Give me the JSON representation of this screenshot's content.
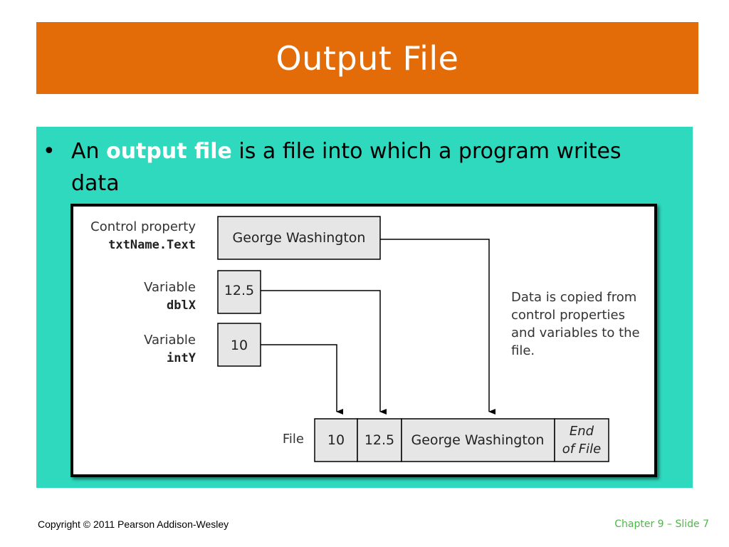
{
  "slide": {
    "title": "Output File",
    "bullet": {
      "prefix": "An ",
      "emphasis": "output file",
      "suffix": " is a file into which a program writes data"
    },
    "footer": {
      "copyright": "Copyright © 2011 Pearson Addison-Wesley",
      "page": "Chapter 9 – Slide 7"
    }
  },
  "diagram": {
    "control_label": "Control property",
    "control_name": "txtName.Text",
    "control_value": "George Washington",
    "var1_label": "Variable",
    "var1_name": "dblX",
    "var1_value": "12.5",
    "var2_label": "Variable",
    "var2_name": "intY",
    "var2_value": "10",
    "note_lines": [
      "Data is copied from",
      "control properties",
      "and variables to the",
      "file."
    ],
    "file_label": "File",
    "file_cells": [
      "10",
      "12.5",
      "George Washington"
    ],
    "eof_lines": [
      "End",
      "of File"
    ]
  },
  "colors": {
    "title_bg": "#E36C09",
    "content_bg": "#2ED9BE",
    "emphasis": "#FFFFFF",
    "footer_page": "#4DB848",
    "box_fill": "#E6E6E6"
  }
}
